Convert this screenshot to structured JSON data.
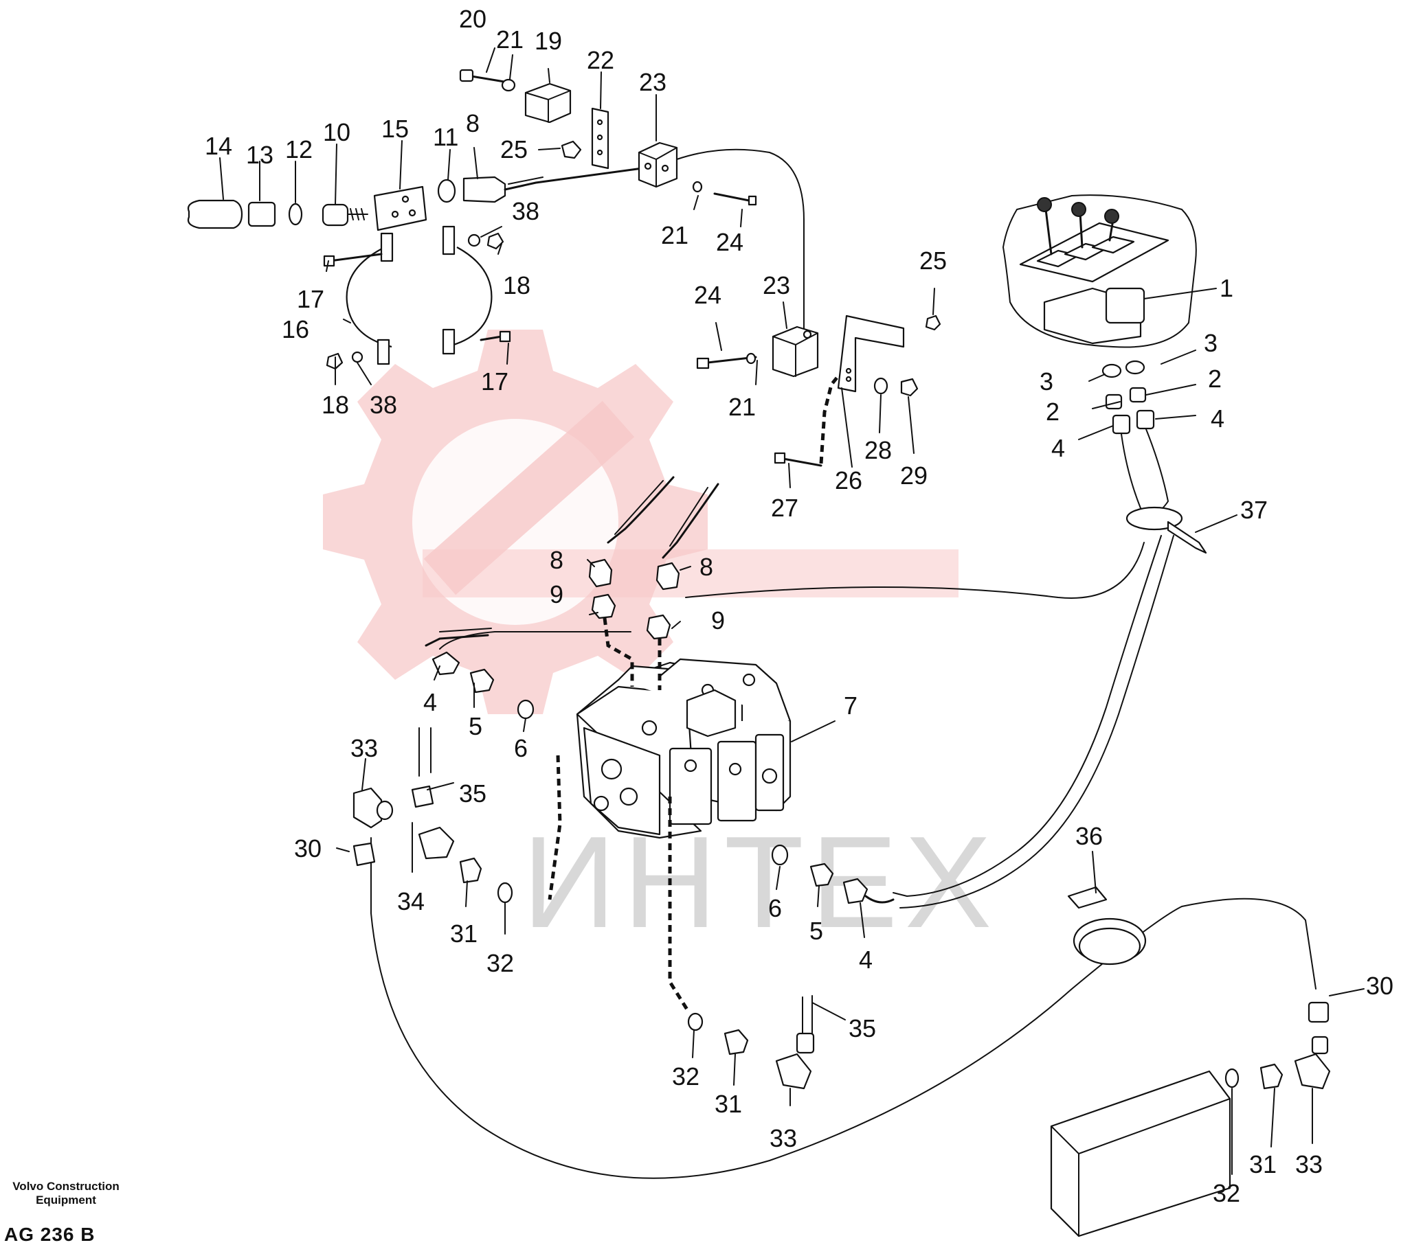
{
  "watermark": {
    "text": "ИНТЕХ",
    "color": "#f7c9c9"
  },
  "footer": {
    "company_line1": "Volvo Construction",
    "company_line2": "Equipment",
    "drawing_code": "AG 236 B"
  },
  "callouts": {
    "c1": "1",
    "c2a": "2",
    "c2b": "2",
    "c3a": "3",
    "c3b": "3",
    "c4a": "4",
    "c4b": "4",
    "c4c": "4",
    "c4d": "4",
    "c5a": "5",
    "c5b": "5",
    "c6a": "6",
    "c6b": "6",
    "c7": "7",
    "c8a": "8",
    "c8b": "8",
    "c8c": "8",
    "c9a": "9",
    "c9b": "9",
    "c10": "10",
    "c11": "11",
    "c12": "12",
    "c13": "13",
    "c14": "14",
    "c15": "15",
    "c16": "16",
    "c17a": "17",
    "c17b": "17",
    "c18a": "18",
    "c18b": "18",
    "c19": "19",
    "c20": "20",
    "c21a": "21",
    "c21b": "21",
    "c21c": "21",
    "c22": "22",
    "c23a": "23",
    "c23b": "23",
    "c24a": "24",
    "c24b": "24",
    "c25a": "25",
    "c25b": "25",
    "c26": "26",
    "c27": "27",
    "c28": "28",
    "c29": "29",
    "c30a": "30",
    "c30b": "30",
    "c31a": "31",
    "c31b": "31",
    "c31c": "31",
    "c32a": "32",
    "c32b": "32",
    "c32c": "32",
    "c33a": "33",
    "c33b": "33",
    "c33c": "33",
    "c34": "34",
    "c35a": "35",
    "c35b": "35",
    "c36": "36",
    "c37": "37",
    "c38a": "38",
    "c38b": "38"
  }
}
